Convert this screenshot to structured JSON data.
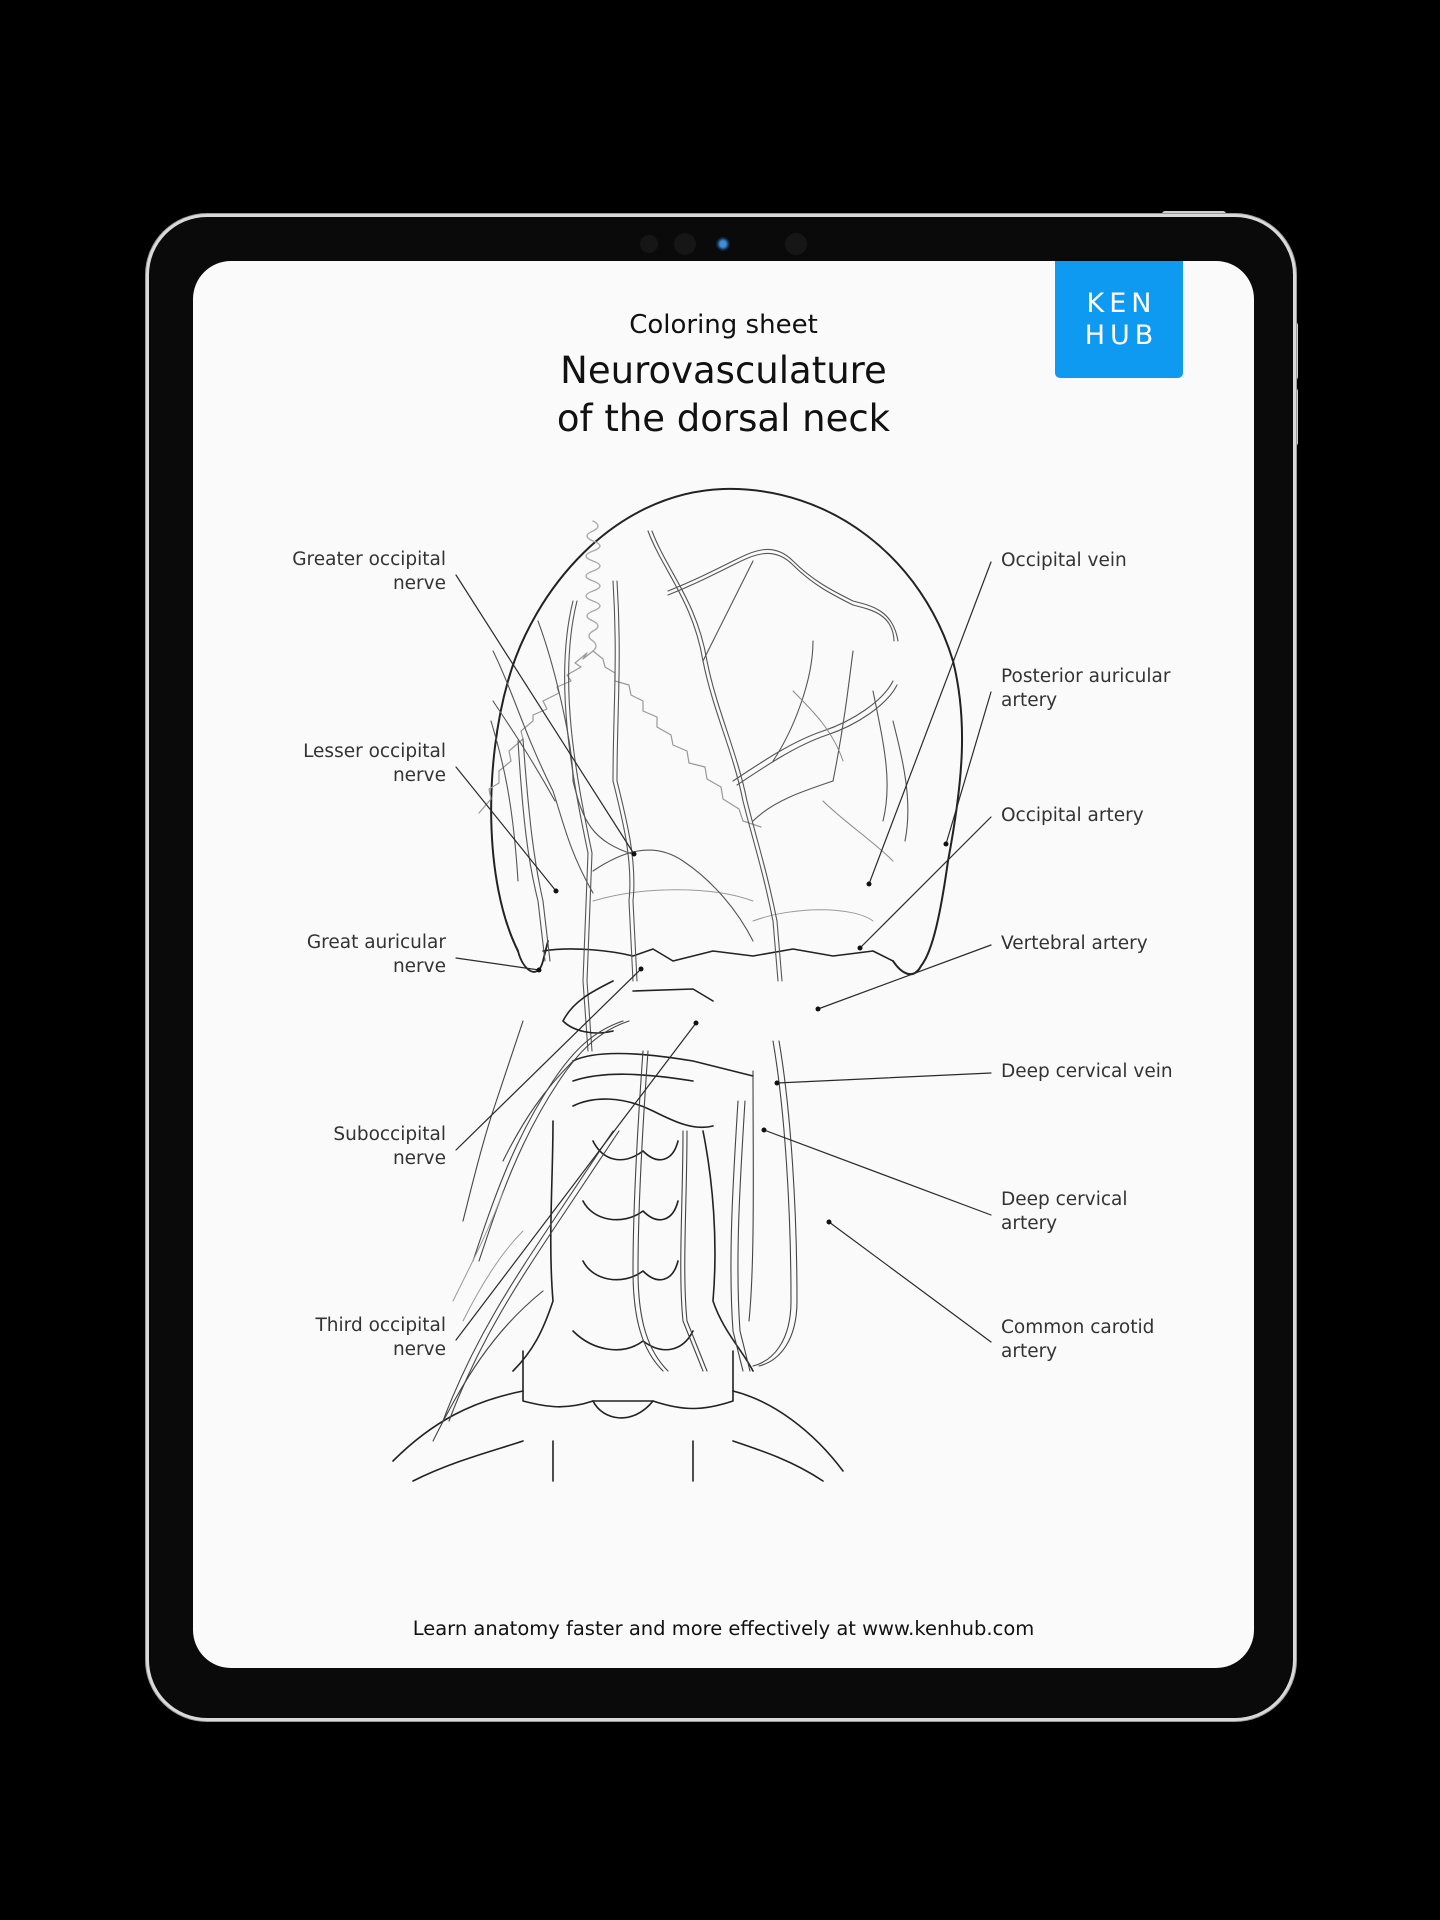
{
  "header": {
    "subtitle": "Coloring sheet",
    "title_line1": "Neurovasculature",
    "title_line2": "of the dorsal neck"
  },
  "logo": {
    "line1": "KEN",
    "line2": "HUB",
    "color": "#0f9af2"
  },
  "labels_left": [
    {
      "line1": "Greater occipital",
      "line2": "nerve"
    },
    {
      "line1": "Lesser occipital",
      "line2": "nerve"
    },
    {
      "line1": "Great auricular",
      "line2": "nerve"
    },
    {
      "line1": "Suboccipital",
      "line2": "nerve"
    },
    {
      "line1": "Third occipital",
      "line2": "nerve"
    }
  ],
  "labels_right": [
    {
      "line1": "Occipital vein",
      "line2": ""
    },
    {
      "line1": "Posterior auricular",
      "line2": "artery"
    },
    {
      "line1": "Occipital artery",
      "line2": ""
    },
    {
      "line1": "Vertebral artery",
      "line2": ""
    },
    {
      "line1": "Deep cervical vein",
      "line2": ""
    },
    {
      "line1": "Deep cervical",
      "line2": "artery"
    },
    {
      "line1": "Common carotid",
      "line2": "artery"
    }
  ],
  "footer": {
    "text": "Learn anatomy faster and more effectively at www.kenhub.com"
  }
}
